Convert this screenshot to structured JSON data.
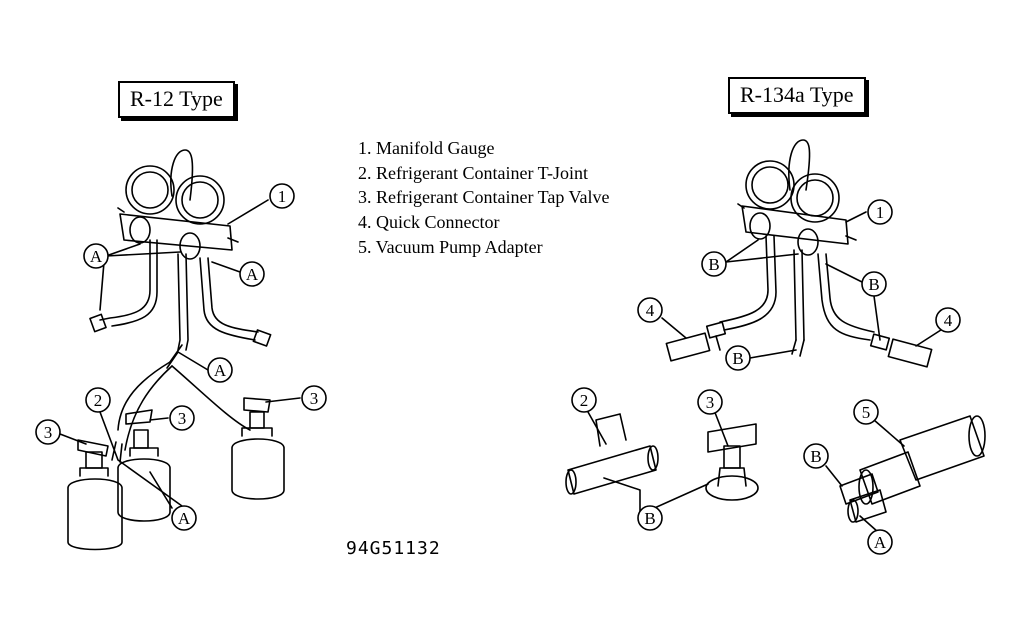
{
  "titles": {
    "r12": "R-12 Type",
    "r134a": "R-134a Type"
  },
  "legend": [
    "1. Manifold Gauge",
    "2. Refrigerant Container T-Joint",
    "3. Refrigerant Container Tap Valve",
    "4. Quick Connector",
    "5. Vacuum Pump Adapter"
  ],
  "figure_code": "94G51132",
  "callouts": {
    "one": "1",
    "two": "2",
    "three": "3",
    "four": "4",
    "five": "5",
    "a": "A",
    "b": "B"
  }
}
